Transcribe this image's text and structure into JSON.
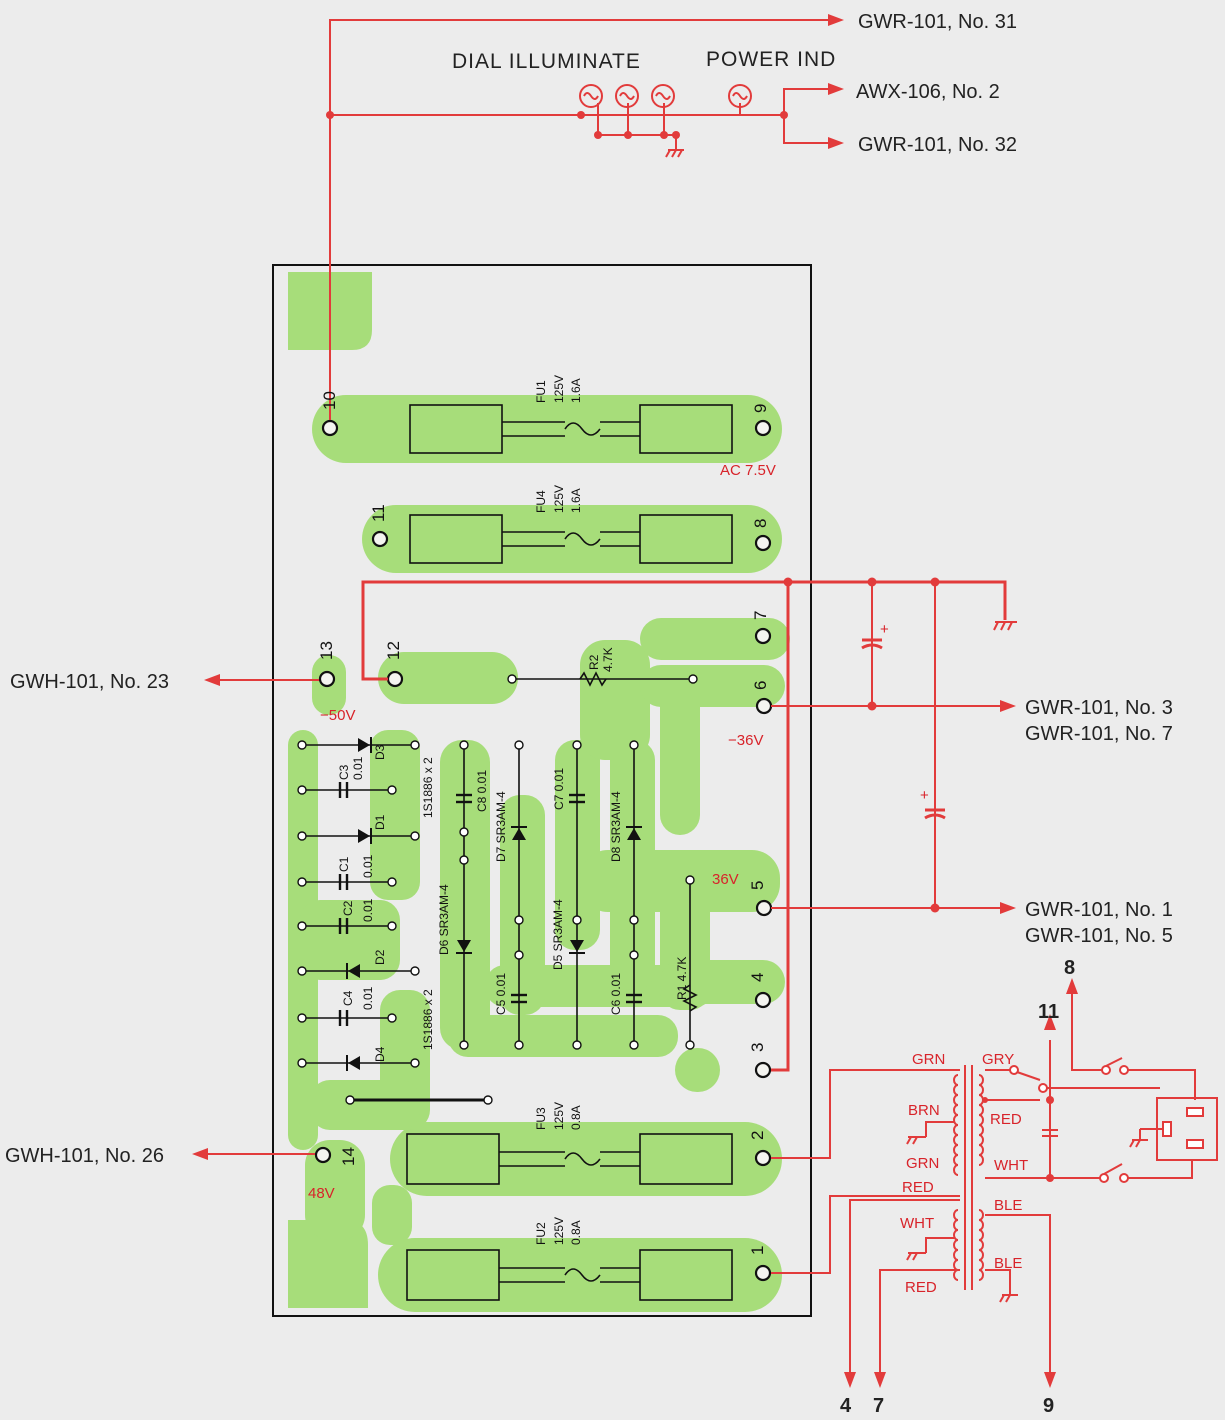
{
  "top": {
    "dial_illuminate": "DIAL ILLUMINATE",
    "power_ind": "POWER IND",
    "gwr31": "GWR-101, No. 31",
    "awx2": "AWX-106, No. 2",
    "gwr32": "GWR-101, No. 32"
  },
  "left": {
    "gwh23": "GWH-101, No. 23",
    "gwh26": "GWH-101, No. 26"
  },
  "right": {
    "gwr3": "GWR-101, No. 3",
    "gwr7": "GWR-101, No. 7",
    "gwr1": "GWR-101, No. 1",
    "gwr5": "GWR-101, No. 5"
  },
  "voltages": {
    "ac75": "AC 7.5V",
    "m50": "−50V",
    "m36": "−36V",
    "p36": "36V",
    "p48": "48V"
  },
  "terminals": [
    "1",
    "2",
    "3",
    "4",
    "5",
    "6",
    "7",
    "8",
    "9",
    "10",
    "11",
    "12",
    "13",
    "14"
  ],
  "fuses": {
    "fu1": {
      "name": "FU1",
      "rating": "125V",
      "amp": "1.6A"
    },
    "fu4": {
      "name": "FU4",
      "rating": "125V",
      "amp": "1.6A"
    },
    "fu3": {
      "name": "FU3",
      "rating": "125V",
      "amp": "0.8A"
    },
    "fu2": {
      "name": "FU2",
      "rating": "125V",
      "amp": "0.8A"
    }
  },
  "components": {
    "d3": "D3",
    "c3": "C3",
    "c3v": "0.01",
    "d1": "D1",
    "c1": "C1",
    "c1v": "0.01",
    "c2": "C2",
    "c2v": "0.01",
    "d2": "D2",
    "c4": "C4",
    "c4v": "0.01",
    "d4": "D4",
    "is1": "1S1886 x 2",
    "is2": "1S1886 x 2",
    "c8": "C8 0.01",
    "d7": "D7 SR3AM-4",
    "c7": "C7 0.01",
    "d8": "D8 SR3AM-4",
    "d6": "D6 SR3AM-4",
    "d5": "D5 SR3AM-4",
    "c5": "C5 0.01",
    "c6": "C6 0.01",
    "r2": "R2",
    "r2v": "4.7K",
    "r1": "R1 4.7K"
  },
  "transformer": {
    "grn1": "GRN",
    "gry": "GRY",
    "brn": "BRN",
    "red1": "RED",
    "grn2": "GRN",
    "wht1": "WHT",
    "red2": "RED",
    "ble1": "BLE",
    "wht2": "WHT",
    "ble2": "BLE",
    "red3": "RED"
  },
  "bottom": {
    "n4": "4",
    "n7": "7",
    "n9": "9",
    "n8": "8",
    "n11": "11"
  }
}
